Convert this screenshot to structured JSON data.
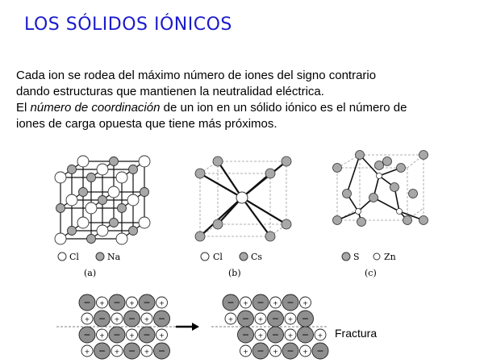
{
  "title": "LOS SÓLIDOS IÓNICOS",
  "para1": {
    "line1": "Cada ion se rodea del máximo número de iones del signo contrario",
    "line2": "dando estructuras que mantienen la neutralidad eléctrica."
  },
  "para2": {
    "prefix": "El ",
    "term": "número de coordinación",
    "suffix": " de un ion en un sólido iónico es el número de",
    "line2": "iones de carga opuesta que tiene más próximos."
  },
  "figures": {
    "a": {
      "legend_open": "Cl",
      "legend_filled": "Na",
      "caption": "(a)"
    },
    "b": {
      "legend_open": "Cl",
      "legend_filled": "Cs",
      "caption": "(b)"
    },
    "c": {
      "legend_filled": "S",
      "legend_open": "Zn",
      "caption": "(c)"
    }
  },
  "fracture": {
    "label": "Fractura",
    "plus_sign": "+",
    "minus_sign": "−"
  },
  "colors": {
    "title": "#1a1acc",
    "ion_filled": "#a8a8a8",
    "ion_open": "#ffffff"
  }
}
